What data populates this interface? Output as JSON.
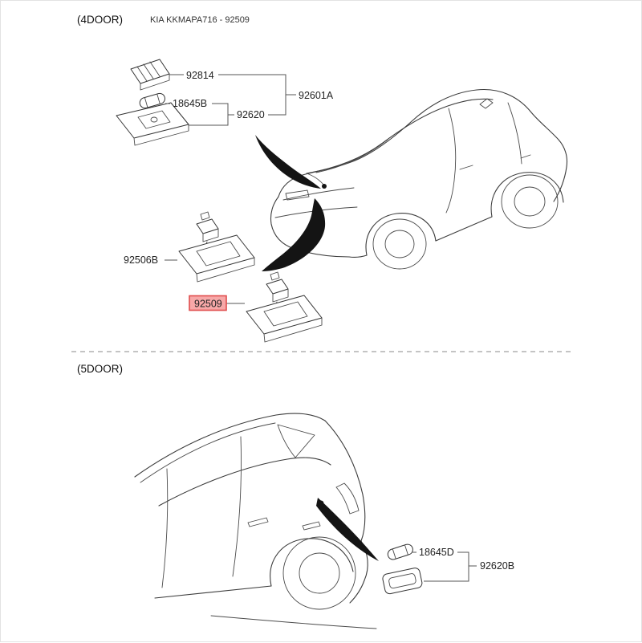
{
  "header": {
    "section_4door": "(4DOOR)",
    "catalog_code": "KIA KKMAPA716 - 92509",
    "section_5door": "(5DOOR)"
  },
  "parts_4door": {
    "lens_cover": "92814",
    "bulb": "18645B",
    "lamp_sub_assembly": "92620",
    "lamp_unit": "92601A",
    "license_lamp_left": "92506B",
    "license_lamp_right": "92509"
  },
  "parts_5door": {
    "bulb": "18645D",
    "lamp_assembly": "92620B"
  },
  "highlight": {
    "part": "92509",
    "bg": "#f7a8a8",
    "border": "#e05252",
    "text_color": "#c00000"
  },
  "colors": {
    "line": "#3c3c3c",
    "label_text": "#222222",
    "divider": "#8a8a8a",
    "arrow": "#141414"
  }
}
